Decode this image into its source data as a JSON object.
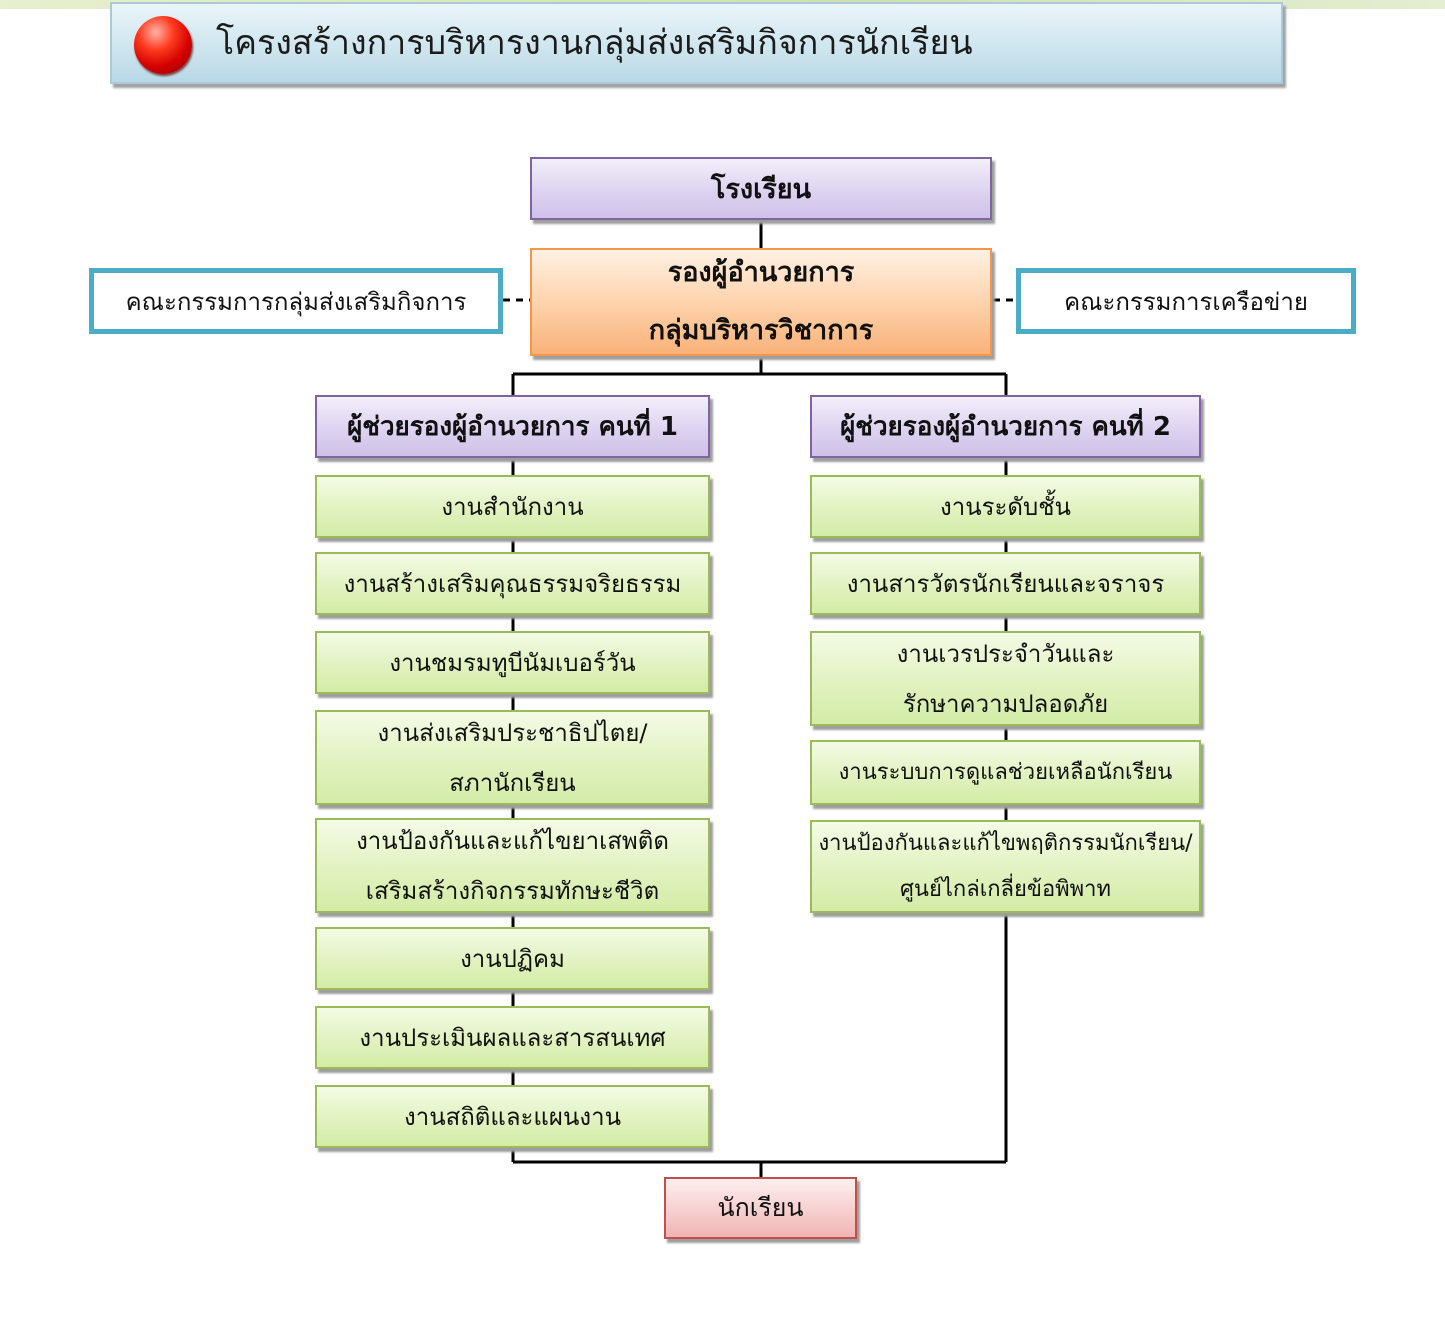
{
  "header": {
    "title": "โครงสร้างการบริหารงานกลุ่มส่งเสริมกิจการนักเรียน"
  },
  "org": {
    "root": "โรงเรียน",
    "deputy": [
      "รองผู้อำนวยการ",
      "กลุ่มบริหารวิชาการ"
    ],
    "committee_left": "คณะกรรมการกลุ่มส่งเสริมกิจการ",
    "committee_right": "คณะกรรมการเครือข่าย",
    "assistant_1": "ผู้ช่วยรองผู้อำนวยการ คนที่ 1",
    "assistant_2": "ผู้ช่วยรองผู้อำนวยการ คนที่ 2",
    "left_tasks": [
      [
        "งานสำนักงาน"
      ],
      [
        "งานสร้างเสริมคุณธรรมจริยธรรม"
      ],
      [
        "งานชมรมทูบีนัมเบอร์วัน"
      ],
      [
        "งานส่งเสริมประชาธิปไตย/",
        "สภานักเรียน"
      ],
      [
        "งานป้องกันและแก้ไขยาเสพติด",
        "เสริมสร้างกิจกรรมทักษะชีวิต"
      ],
      [
        "งานปฏิคม"
      ],
      [
        "งานประเมินผลและสารสนเทศ"
      ],
      [
        "งานสถิติและแผนงาน"
      ]
    ],
    "right_tasks": [
      [
        "งานระดับชั้น"
      ],
      [
        "งานสารวัตรนักเรียนและจราจร"
      ],
      [
        "งานเวรประจำวันและ",
        "รักษาความปลอดภัย"
      ],
      [
        "งานระบบการดูแลช่วยเหลือนักเรียน"
      ],
      [
        "งานป้องกันและแก้ไขพฤติกรรมนักเรียน/",
        "ศูนย์ไกล่เกลี่ยข้อพิพาท"
      ]
    ],
    "bottom": "นักเรียน"
  },
  "colors": {
    "purple_border": "#8064a2",
    "orange_border": "#f79646",
    "teal_border": "#4bacc6",
    "green_border": "#9bbb59",
    "red_border": "#c0504d"
  }
}
